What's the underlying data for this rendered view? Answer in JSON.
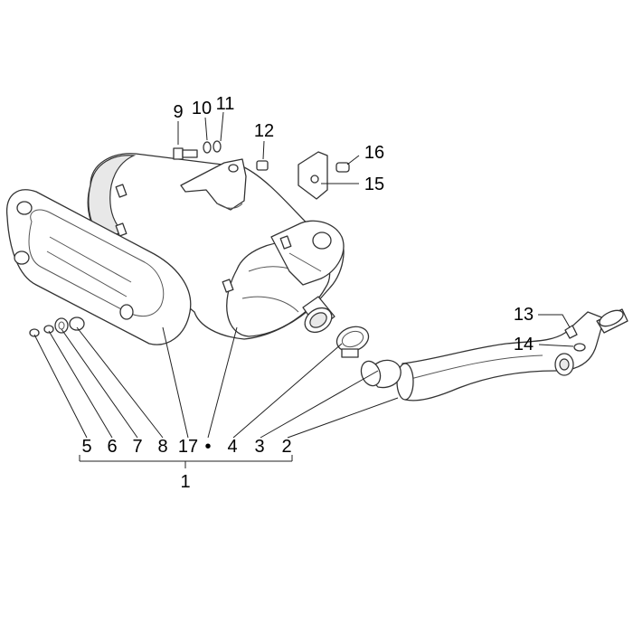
{
  "callouts": {
    "c1": "1",
    "c2": "2",
    "c3": "3",
    "c4": "4",
    "c5": "5",
    "c6": "6",
    "c7": "7",
    "c8": "8",
    "c9": "9",
    "c10": "10",
    "c11": "11",
    "c12": "12",
    "c13": "13",
    "c14": "14",
    "c15": "15",
    "c16": "16",
    "c17": "17",
    "bullet": "•"
  }
}
